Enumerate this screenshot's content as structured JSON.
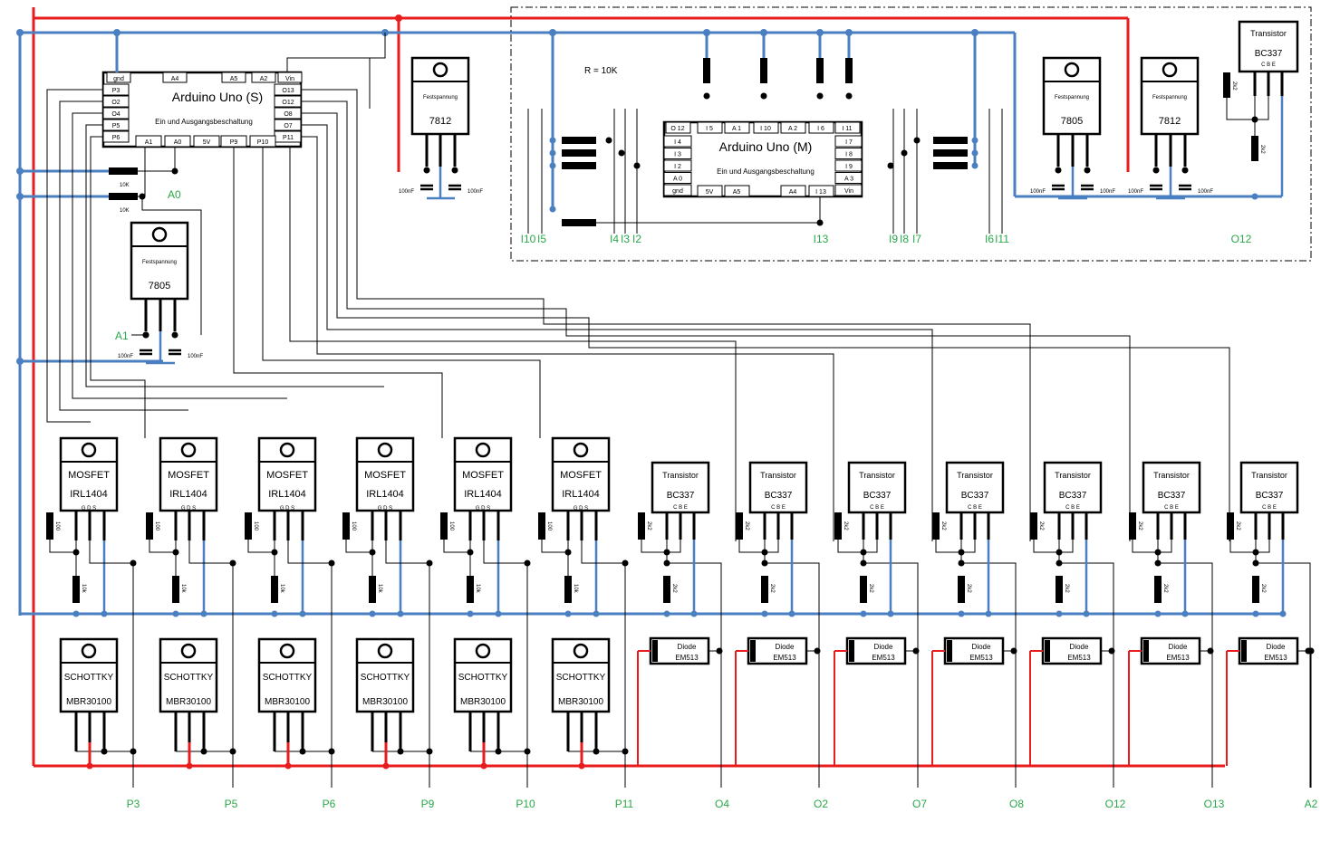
{
  "colors": {
    "ground": "#4a7fc1",
    "supply": "#e81c1c",
    "label": "#2aa84a",
    "wire": "#000000"
  },
  "arduino_s": {
    "title": "Arduino Uno (S)",
    "subtitle": "Ein und Ausgangsbeschaltung",
    "top_pins": [
      "gnd",
      "A4",
      "A5",
      "A2",
      "Vin"
    ],
    "left_pins": [
      "P3",
      "O2",
      "O4",
      "P5",
      "P6"
    ],
    "right_pins": [
      "O13",
      "O12",
      "O8",
      "O7",
      "P11"
    ],
    "bottom_pins": [
      "A1",
      "A0",
      "5V",
      "P9",
      "P10"
    ]
  },
  "arduino_m": {
    "title": "Arduino Uno (M)",
    "subtitle": "Ein und Ausgangsbeschaltung",
    "top_pins": [
      "O 12",
      "I 5",
      "A 1",
      "I 10",
      "A 2",
      "I 6",
      "I 11"
    ],
    "left_pins": [
      "I 4",
      "I 3",
      "I 2",
      "A 0",
      "gnd"
    ],
    "right_pins": [
      "I 7",
      "I 8",
      "I 9",
      "A 3",
      "Vin"
    ],
    "bottom_pins": [
      "5V",
      "A5",
      "A4",
      "I 13"
    ]
  },
  "regulators": [
    {
      "label": "Festspannung",
      "part": "7812"
    },
    {
      "label": "Festspannung",
      "part": "7805"
    },
    {
      "label": "Festspannung",
      "part": "7805"
    },
    {
      "label": "Festspannung",
      "part": "7812"
    }
  ],
  "top_transistor": {
    "label": "Transistor",
    "part": "BC337",
    "pins": "C B E"
  },
  "resistor_note": "R = 10K",
  "cap_label": "100nF",
  "res_labels": {
    "r10k": "10K",
    "r100": "100",
    "r10k_small": "10k",
    "r2k2": "2k2"
  },
  "analog_labels": [
    "A0",
    "A1"
  ],
  "m_io_labels": [
    "I10",
    "I5",
    "I4",
    "I3",
    "I2",
    "I13",
    "I9",
    "I8",
    "I7",
    "I6",
    "I11",
    "O12"
  ],
  "mosfet": {
    "label": "MOSFET",
    "part": "IRL1404",
    "pins": "G D S"
  },
  "schottky": {
    "label": "SCHOTTKY",
    "part": "MBR30100"
  },
  "transistor": {
    "label": "Transistor",
    "part": "BC337",
    "pins": "C B E"
  },
  "diode": {
    "label": "Diode",
    "part": "EM513"
  },
  "outputs": [
    "P3",
    "P5",
    "P6",
    "P9",
    "P10",
    "P11",
    "O4",
    "O2",
    "O7",
    "O8",
    "O12",
    "O13",
    "A2"
  ]
}
